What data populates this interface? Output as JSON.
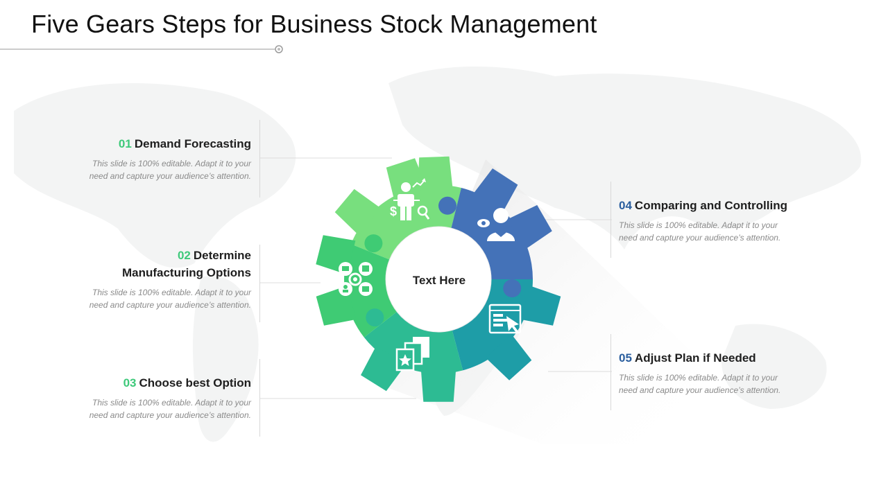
{
  "title": "Five Gears Steps for Business Stock Management",
  "center_label": "Text Here",
  "colors": {
    "segment_1": "#78df7e",
    "segment_2": "#3fcb74",
    "segment_3": "#2dbb93",
    "segment_4": "#4472b8",
    "segment_5": "#1e9da7",
    "num_green": "#3ec97a",
    "num_blue": "#2a5e9e"
  },
  "steps": [
    {
      "number": "01",
      "title": "Demand Forecasting",
      "description": "This slide is 100% editable. Adapt it to your need and capture your audience’s attention.",
      "icon": "forecast-person-icon"
    },
    {
      "number": "02",
      "title": "Determine Manufacturing Options",
      "description": "This slide is 100% editable. Adapt it to your need and capture your audience’s attention.",
      "icon": "manufacturing-gear-icon"
    },
    {
      "number": "03",
      "title": "Choose best Option",
      "description": "This slide is 100% editable. Adapt it to your need and capture your audience’s attention.",
      "icon": "documents-star-icon"
    },
    {
      "number": "04",
      "title": "Comparing and Controlling",
      "description": "This slide is 100% editable. Adapt it to your need and capture your audience’s attention.",
      "icon": "person-eye-icon"
    },
    {
      "number": "05",
      "title": "Adjust Plan if Needed",
      "description": "This slide is 100% editable. Adapt it to your need and capture your audience’s attention.",
      "icon": "browser-click-icon"
    }
  ]
}
